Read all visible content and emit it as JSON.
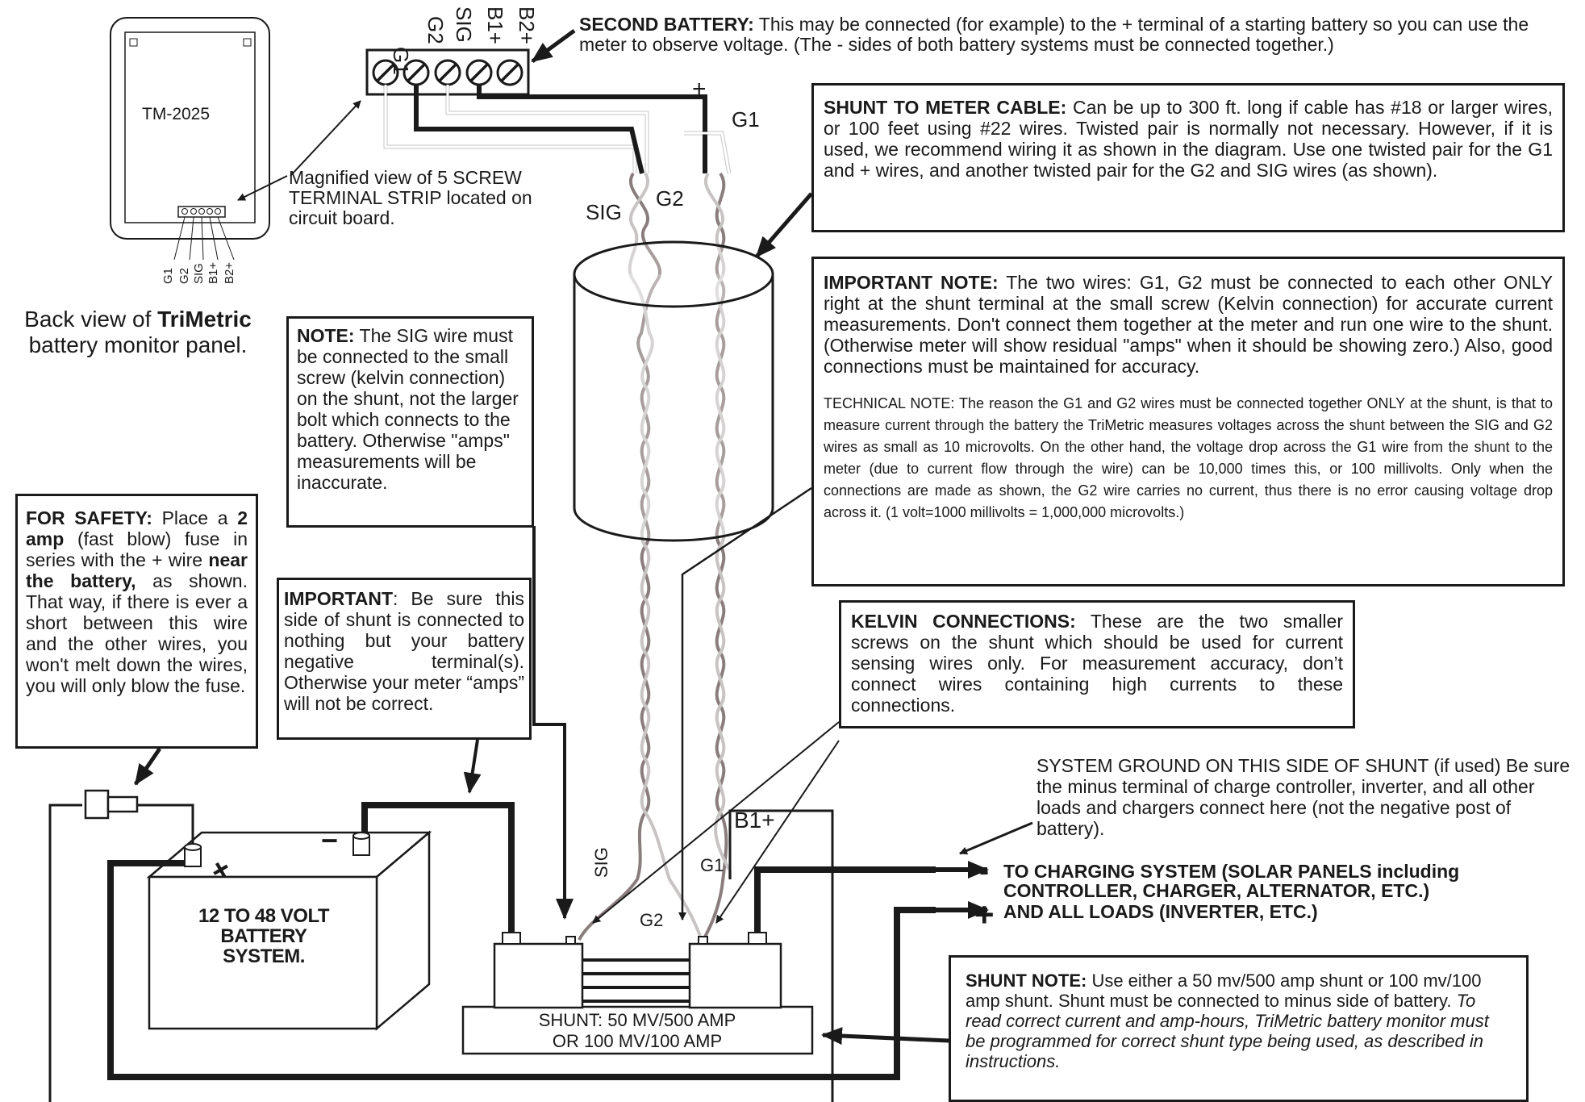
{
  "panel": {
    "model": "TM-2025",
    "pin_labels": [
      "G1",
      "G2",
      "SIG",
      "B1+",
      "B2+"
    ],
    "caption_line1": "Back view of ",
    "caption_brand": "TriMetric",
    "caption_line2": "battery monitor panel."
  },
  "terminal_strip": {
    "labels": [
      "G1",
      "G2",
      "SIG",
      "B1+",
      "B2+"
    ],
    "magnified_note": "Magnified view of 5 SCREW TERMINAL STRIP located on circuit board."
  },
  "second_battery": {
    "heading": "SECOND BATTERY:",
    "text": " This may be connected (for example) to the + terminal of a starting battery so you can use the meter to observe voltage.  (The - sides of both battery systems must be connected together.)"
  },
  "shunt_cable": {
    "heading": "SHUNT TO METER CABLE:",
    "text": " Can be up to 300 ft. long if cable has #18 or larger wires, or 100 feet using #22 wires.  Twisted pair is normally not necessary. However, if it is used, we recommend wiring it as shown in the diagram.  Use one twisted pair for the G1 and + wires, and another twisted pair for the G2 and SIG wires (as shown)."
  },
  "important_note": {
    "heading": "IMPORTANT NOTE:",
    "text": " The two wires: G1, G2 must be connected to each other ONLY right at the shunt terminal at the small screw (Kelvin connection) for accurate current measurements.  Don't connect them together at the meter and run one wire to the shunt. (Otherwise meter will show residual \"amps\" when it should be showing zero.)  Also, good connections must be maintained for accuracy.",
    "technical": "TECHNICAL NOTE:  The reason the G1 and G2 wires must be connected together ONLY at the shunt, is that to measure current through the battery the TriMetric measures voltages across the shunt between the SIG and G2 wires as small as 10 microvolts.  On the other hand, the voltage drop across the G1 wire from the shunt to the meter (due to current flow through the wire) can be 10,000 times this, or 100 millivolts.  Only when the connections are made as shown, the G2 wire carries no current, thus there is no error causing voltage drop across it. (1 volt=1000 millivolts = 1,000,000 microvolts.)"
  },
  "sig_note": {
    "heading": "NOTE:",
    "text": " The SIG wire must be connected to the small screw (kelvin connection) on the shunt, not the larger bolt which connects to the battery. Otherwise \"amps\" measurements will be inaccurate."
  },
  "safety": {
    "heading": "FOR SAFETY:",
    "t1": " Place a ",
    "b1": "2 amp",
    "t2": " (fast blow) fuse in series with the + wire ",
    "b2": "near the battery,",
    "t3": " as shown.  That way, if there is ever a short between this wire and the other wires, you won't melt down the wires, you will only blow the fuse."
  },
  "important_shunt_side": {
    "heading": "IMPORTANT",
    "text": ":  Be sure this side of shunt is connected to nothing but your battery negative terminal(s).  Otherwise your meter “amps” will not be correct."
  },
  "kelvin": {
    "heading": "KELVIN CONNECTIONS:",
    "text": " These are the two smaller screws on the shunt which should be used for current sensing wires only.  For measurement accuracy, don’t connect wires containing high currents to these connections."
  },
  "system_ground": "SYSTEM GROUND ON THIS SIDE OF SHUNT (if used) Be sure the minus terminal of charge controller, inverter, and all other loads and chargers connect here (not the negative post of battery).",
  "charging": {
    "minus": "-",
    "plus": "+",
    "line1": "TO CHARGING SYSTEM (SOLAR PANELS including",
    "line2": "CONTROLLER, CHARGER, ALTERNATOR, ETC.)",
    "line3": "AND ALL LOADS (INVERTER, ETC.)"
  },
  "battery": {
    "label": "12 TO 48 VOLT BATTERY SYSTEM.",
    "plus_sign": "+",
    "minus_sign": "−"
  },
  "shunt": {
    "line1": "SHUNT: 50 MV/500 AMP",
    "line2": "OR  100 MV/100 AMP"
  },
  "shunt_note": {
    "heading": "SHUNT NOTE:",
    "text": "  Use either a 50 mv/500 amp shunt or 100 mv/100 amp shunt.  Shunt must be connected to minus side of battery.  ",
    "italic": "To read correct current and amp-hours, TriMetric battery monitor must be programmed for correct shunt type being used, as described in instructions."
  },
  "wire_labels": {
    "plus_top": "+",
    "g1_top": "G1",
    "sig_top": "SIG",
    "g2_top": "G2",
    "sig_bottom": "SIG",
    "g1_bottom": "G1",
    "g2_bottom": "G2",
    "b1_bottom": "B1+"
  }
}
